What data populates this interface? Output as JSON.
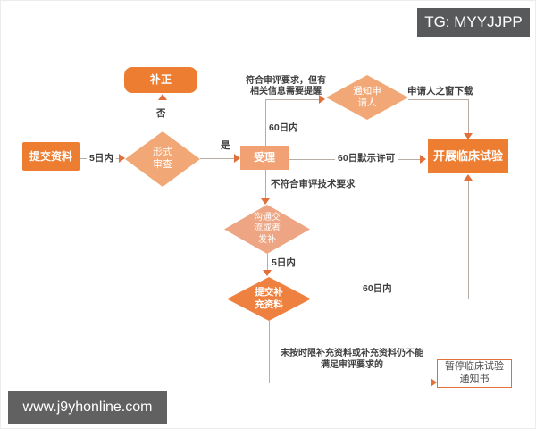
{
  "badges": {
    "tg": "TG: MYYJJPP",
    "watermark": "www.j9yhonline.com"
  },
  "colors": {
    "accent_orange": "#ED7D31",
    "light_orange": "#F2A876",
    "medium_orange": "#EE8140",
    "connector_gray": "#b7ada5",
    "arrow_orange": "#E2703A",
    "badge_gray": "#58595B"
  },
  "flowchart": {
    "nodes": {
      "submit": "提交资料",
      "correction": "补正",
      "formal_review": "形式\n审查",
      "acceptance": "受理",
      "notify_applicant": "通知申\n请人",
      "communication": "沟通交\n流或者\n发补",
      "supplementary": "提交补\n充资料",
      "conduct_trial": "开展临床试验",
      "suspend_notice": "暂停临床试验\n通知书"
    },
    "labels": {
      "within_5_days_1": "5日内",
      "no": "否",
      "yes": "是",
      "meets_requirements": "符合审评要求，但有\n相关信息需要提醒",
      "within_60_days_1": "60日内",
      "applicant_window": "申请人之窗下载",
      "tacit_permission": "60日默示许可",
      "not_meet_tech": "不符合审评技术要求",
      "within_5_days_2": "5日内",
      "within_60_days_2": "60日内",
      "overdue_supplement": "未按时限补充资料或补充资料仍不能\n满足审评要求的"
    }
  }
}
